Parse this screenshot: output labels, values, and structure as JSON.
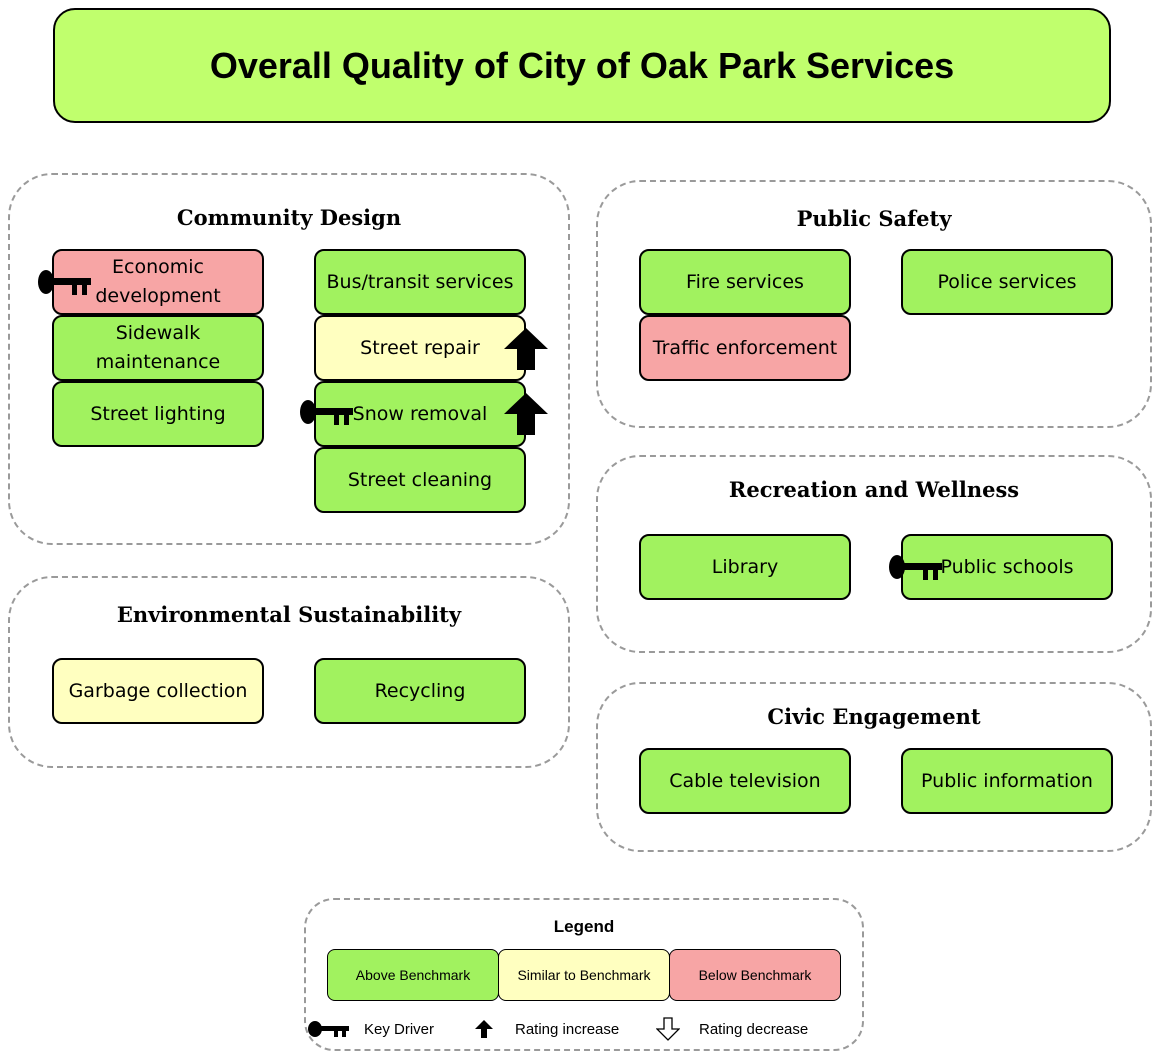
{
  "title": "Overall Quality of City of Oak Park Services",
  "colors": {
    "above": "#a1f25f",
    "similar": "#ffffc0",
    "below": "#f7a5a5",
    "title_bg": "#c0ff6d"
  },
  "groups": {
    "community_design": {
      "title": "Community Design",
      "services": [
        {
          "label": "Economic development",
          "rating": "below",
          "key_driver": true,
          "trend": ""
        },
        {
          "label": "Sidewalk maintenance",
          "rating": "above",
          "key_driver": false,
          "trend": ""
        },
        {
          "label": "Street lighting",
          "rating": "above",
          "key_driver": false,
          "trend": ""
        },
        {
          "label": "Bus/transit services",
          "rating": "above",
          "key_driver": false,
          "trend": ""
        },
        {
          "label": "Street repair",
          "rating": "similar",
          "key_driver": false,
          "trend": "increase"
        },
        {
          "label": "Snow removal",
          "rating": "above",
          "key_driver": true,
          "trend": "increase"
        },
        {
          "label": "Street cleaning",
          "rating": "above",
          "key_driver": false,
          "trend": ""
        }
      ]
    },
    "environmental_sustainability": {
      "title": "Environmental Sustainability",
      "services": [
        {
          "label": "Garbage collection",
          "rating": "similar",
          "key_driver": false,
          "trend": ""
        },
        {
          "label": "Recycling",
          "rating": "above",
          "key_driver": false,
          "trend": ""
        }
      ]
    },
    "public_safety": {
      "title": "Public Safety",
      "services": [
        {
          "label": "Fire services",
          "rating": "above",
          "key_driver": false,
          "trend": ""
        },
        {
          "label": "Traffic enforcement",
          "rating": "below",
          "key_driver": false,
          "trend": ""
        },
        {
          "label": "Police services",
          "rating": "above",
          "key_driver": false,
          "trend": ""
        }
      ]
    },
    "recreation_wellness": {
      "title": "Recreation and Wellness",
      "services": [
        {
          "label": "Library",
          "rating": "above",
          "key_driver": false,
          "trend": ""
        },
        {
          "label": "Public schools",
          "rating": "above",
          "key_driver": true,
          "trend": ""
        }
      ]
    },
    "civic_engagement": {
      "title": "Civic Engagement",
      "services": [
        {
          "label": "Cable television",
          "rating": "above",
          "key_driver": false,
          "trend": ""
        },
        {
          "label": "Public information",
          "rating": "above",
          "key_driver": false,
          "trend": ""
        }
      ]
    }
  },
  "legend": {
    "title": "Legend",
    "above": "Above Benchmark",
    "similar": "Similar to Benchmark",
    "below": "Below Benchmark",
    "key_driver": "Key Driver",
    "rating_increase": "Rating increase",
    "rating_decrease": "Rating decrease"
  }
}
